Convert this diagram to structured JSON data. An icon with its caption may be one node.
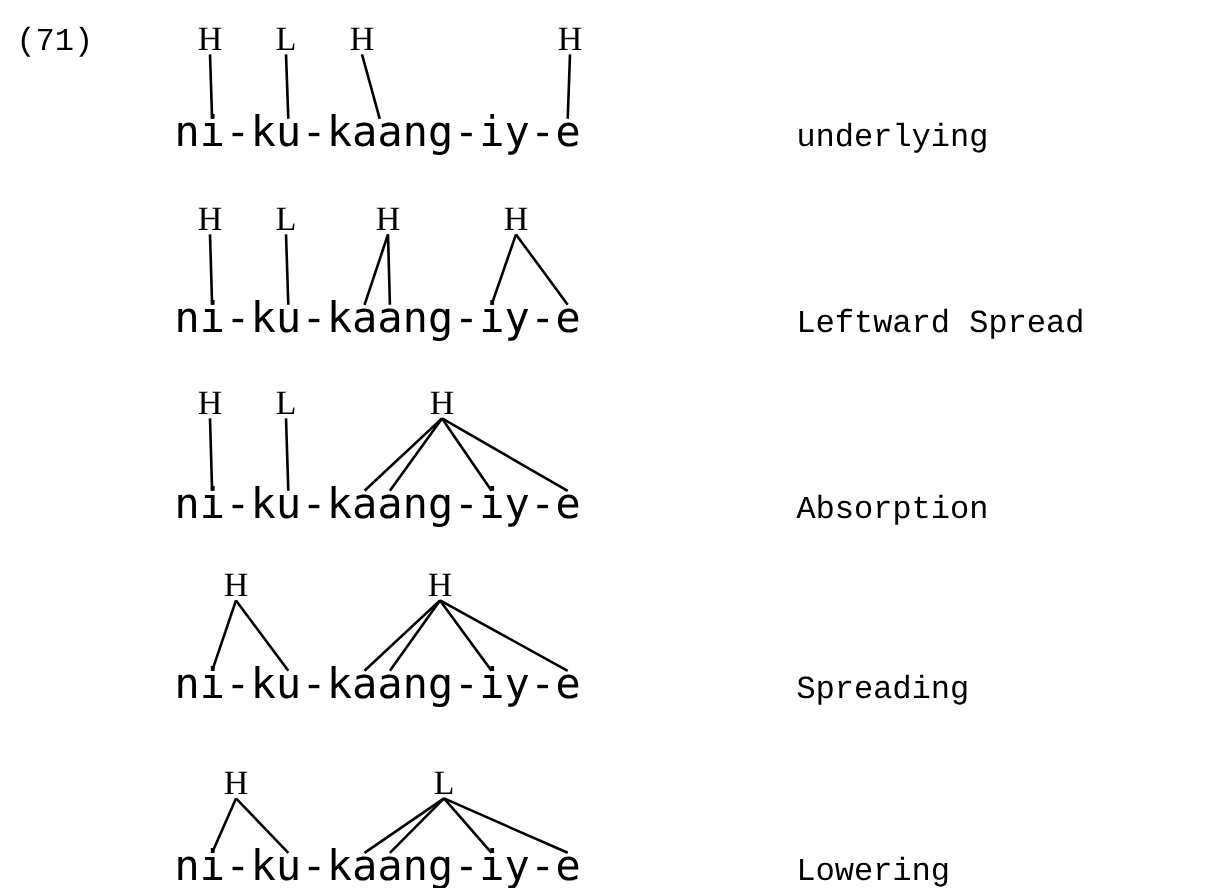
{
  "diagram": {
    "nodes": [
      {
        "text": [
          "H"
        ]
      },
      {
        "text": [
          "L"
        ]
      },
      {
        "text": [
          "H"
        ]
      },
      {
        "text": [
          "H"
        ]
      },
      {
        "text": [
          "ni"
        ]
      },
      {
        "text": [
          "ku"
        ]
      },
      {
        "text": [
          "kaang"
        ]
      },
      {
        "text": [
          "iy"
        ]
      },
      {
        "text": [
          "e"
        ]
      },
      {
        "text": [
          "H"
        ]
      },
      {
        "text": [
          "L"
        ]
      },
      {
        "text": [
          "H"
        ]
      },
      {
        "text": [
          "H"
        ]
      },
      {
        "text": [
          "ni"
        ]
      },
      {
        "text": [
          "ku"
        ]
      },
      {
        "text": [
          "kaang"
        ]
      },
      {
        "text": [
          "iy"
        ]
      },
      {
        "text": [
          "e"
        ]
      },
      {
        "text": [
          "H"
        ]
      },
      {
        "text": [
          "L"
        ]
      },
      {
        "text": [
          "H"
        ]
      },
      {
        "text": [
          "ni"
        ]
      },
      {
        "text": [
          "ku"
        ]
      },
      {
        "text": [
          "kaang"
        ]
      },
      {
        "text": [
          "iy"
        ]
      },
      {
        "text": [
          "e"
        ]
      },
      {
        "text": [
          "H"
        ]
      },
      {
        "text": [
          "H"
        ]
      },
      {
        "text": [
          "ni"
        ]
      },
      {
        "text": [
          "ku"
        ]
      },
      {
        "text": [
          "kaang"
        ]
      },
      {
        "text": [
          "iy"
        ]
      },
      {
        "text": [
          "e"
        ]
      },
      {
        "text": [
          "H"
        ]
      },
      {
        "text": [
          "L"
        ]
      },
      {
        "text": [
          "ni"
        ]
      },
      {
        "text": [
          "ku"
        ]
      },
      {
        "text": [
          "kaang"
        ]
      },
      {
        "text": [
          "iy"
        ]
      },
      {
        "text": [
          "e"
        ]
      }
    ],
    "edges": [
      {
        "from": 0,
        "to": 4,
        "arrow": "none"
      },
      {
        "from": 1,
        "to": 5,
        "arrow": "none"
      },
      {
        "from": 2,
        "to": 6,
        "arrow": "none"
      },
      {
        "from": 3,
        "to": 8,
        "arrow": "none"
      },
      {
        "from": 9,
        "to": 13,
        "arrow": "none"
      },
      {
        "from": 10,
        "to": 14,
        "arrow": "none"
      },
      {
        "from": 11,
        "to": 15,
        "arrow": "none"
      },
      {
        "from": 11,
        "to": 15,
        "arrow": "none"
      },
      {
        "from": 12,
        "to": 16,
        "arrow": "none"
      },
      {
        "from": 12,
        "to": 17,
        "arrow": "none"
      },
      {
        "from": 18,
        "to": 21,
        "arrow": "none"
      },
      {
        "from": 19,
        "to": 22,
        "arrow": "none"
      },
      {
        "from": 20,
        "to": 23,
        "arrow": "none"
      },
      {
        "from": 20,
        "to": 23,
        "arrow": "none"
      },
      {
        "from": 20,
        "to": 24,
        "arrow": "none"
      },
      {
        "from": 20,
        "to": 25,
        "arrow": "none"
      },
      {
        "from": 26,
        "to": 28,
        "arrow": "none"
      },
      {
        "from": 26,
        "to": 29,
        "arrow": "none"
      },
      {
        "from": 27,
        "to": 30,
        "arrow": "none"
      },
      {
        "from": 27,
        "to": 30,
        "arrow": "none"
      },
      {
        "from": 27,
        "to": 31,
        "arrow": "none"
      },
      {
        "from": 27,
        "to": 32,
        "arrow": "none"
      },
      {
        "from": 33,
        "to": 35,
        "arrow": "none"
      },
      {
        "from": 33,
        "to": 36,
        "arrow": "none"
      },
      {
        "from": 34,
        "to": 37,
        "arrow": "none"
      },
      {
        "from": 34,
        "to": 37,
        "arrow": "none"
      },
      {
        "from": 34,
        "to": 38,
        "arrow": "none"
      },
      {
        "from": 34,
        "to": 39,
        "arrow": "none"
      }
    ],
    "labels": [
      "(71)",
      "-",
      "-",
      "-",
      "-",
      "underlying",
      "-",
      "-",
      "-",
      "-",
      "Leftward Spread",
      "-",
      "-",
      "-",
      "-",
      "Absorption",
      "-",
      "-",
      "-",
      "-",
      "Spreading",
      "-",
      "-",
      "-",
      "-",
      "Lowering"
    ]
  }
}
